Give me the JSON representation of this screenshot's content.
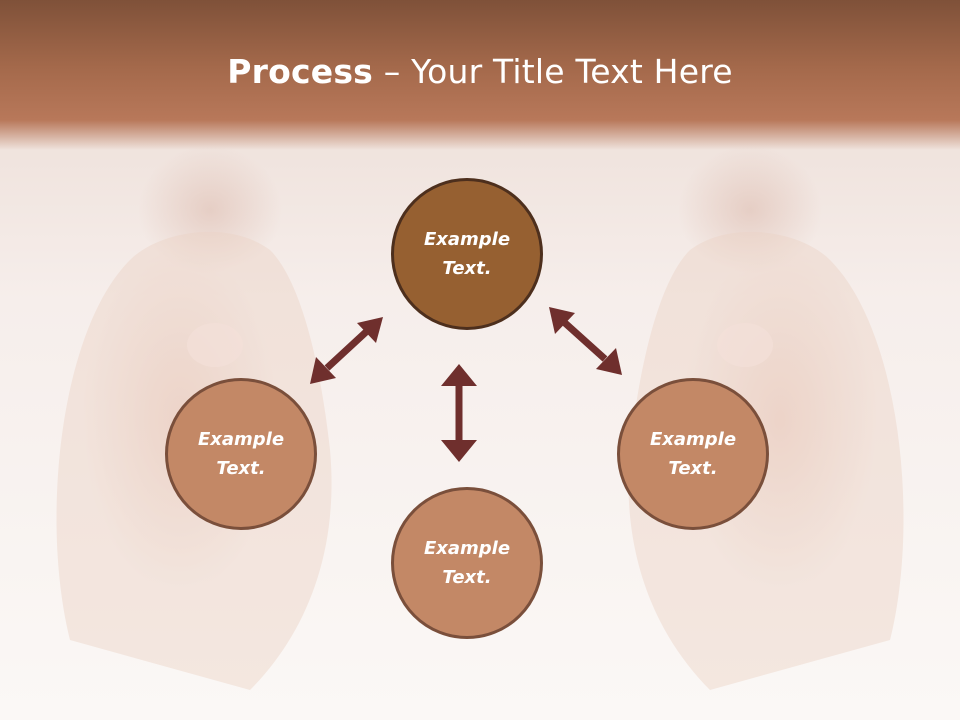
{
  "title": {
    "bold": "Process",
    "rest": " – Your Title Text Here"
  },
  "nodes": [
    {
      "line1": "Example",
      "line2": "Text."
    },
    {
      "line1": "Example",
      "line2": "Text."
    },
    {
      "line1": "Example",
      "line2": "Text."
    },
    {
      "line1": "Example",
      "line2": "Text."
    }
  ],
  "colors": {
    "header": "#a4694b",
    "primary_node": "#966031",
    "secondary_node": "#c38866",
    "arrow": "#6f2f2d"
  }
}
